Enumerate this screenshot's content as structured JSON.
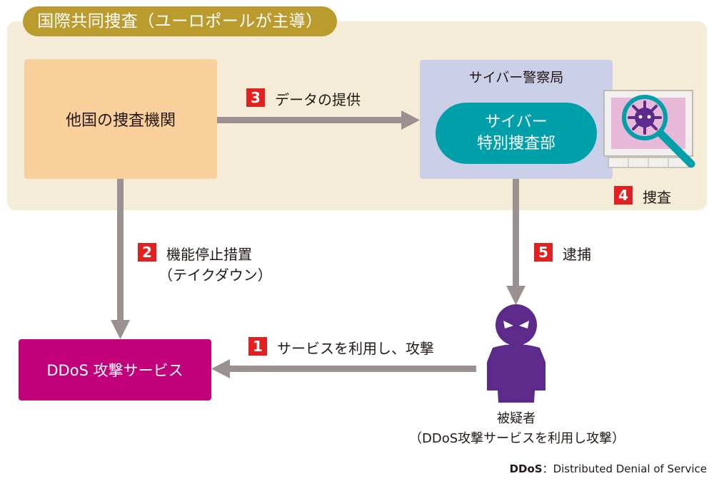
{
  "title": "国際共同捜査（ユーロポールが主導）",
  "nodes": {
    "other_agency": "他国の捜査機関",
    "police_bureau": "サイバー警察局",
    "special_unit_line1": "サイバー",
    "special_unit_line2": "特別捜査部",
    "ddos_service": "DDoS 攻撃サービス",
    "suspect_line1": "被疑者",
    "suspect_line2": "（DDoS攻撃サービスを利用し攻撃）"
  },
  "steps": [
    {
      "num": "1",
      "label": "サービスを利用し、攻撃"
    },
    {
      "num": "2",
      "label": "機能停止措置",
      "label2": "（テイクダウン）"
    },
    {
      "num": "3",
      "label": "データの提供"
    },
    {
      "num": "4",
      "label": "捜査"
    },
    {
      "num": "5",
      "label": "逮捕"
    }
  ],
  "footnote": {
    "term": "DDoS",
    "definition": "：Distributed Denial of Service"
  },
  "icons": [
    "computer-magnifier-icon",
    "malware-virus-icon",
    "suspect-person-icon"
  ],
  "colors": {
    "panel": "#f5ecd8",
    "title_pill": "#bc9b2e",
    "other_agency": "#f9d09b",
    "police_bureau": "#cccfe8",
    "special_unit": "#00a0aa",
    "ddos_service": "#c2007a",
    "step_badge": "#e41f1f",
    "arrow": "#9a9190",
    "suspect": "#5c2a8a"
  }
}
